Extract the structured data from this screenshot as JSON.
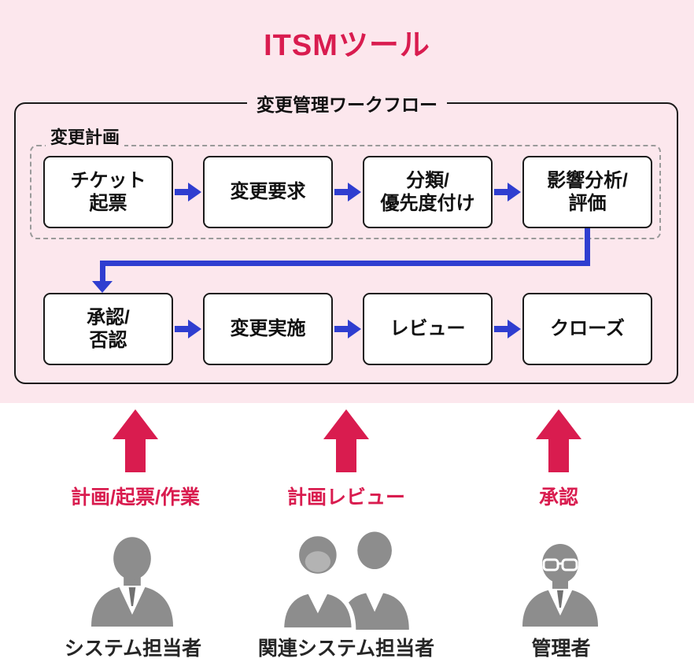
{
  "title": "ITSMツール",
  "workflow": {
    "label": "変更管理ワークフロー",
    "plan_group_label": "変更計画",
    "row1": [
      "チケット\n起票",
      "変更要求",
      "分類/\n優先度付け",
      "影響分析/\n評価"
    ],
    "row2": [
      "承認/\n否認",
      "変更実施",
      "レビュー",
      "クローズ"
    ]
  },
  "actors": [
    {
      "action": "計画/起票/作業",
      "name": "システム担当者",
      "icon": "businessman-icon"
    },
    {
      "action": "計画レビュー",
      "name": "関連システム担当者",
      "icon": "two-people-icon"
    },
    {
      "action": "承認",
      "name": "管理者",
      "icon": "manager-glasses-icon"
    }
  ],
  "colors": {
    "background_pink": "#fce7ed",
    "accent_crimson": "#d91c4f",
    "arrow_blue": "#2f3ed0",
    "person_gray": "#8d8d8d",
    "box_border": "#1a1a1a"
  }
}
